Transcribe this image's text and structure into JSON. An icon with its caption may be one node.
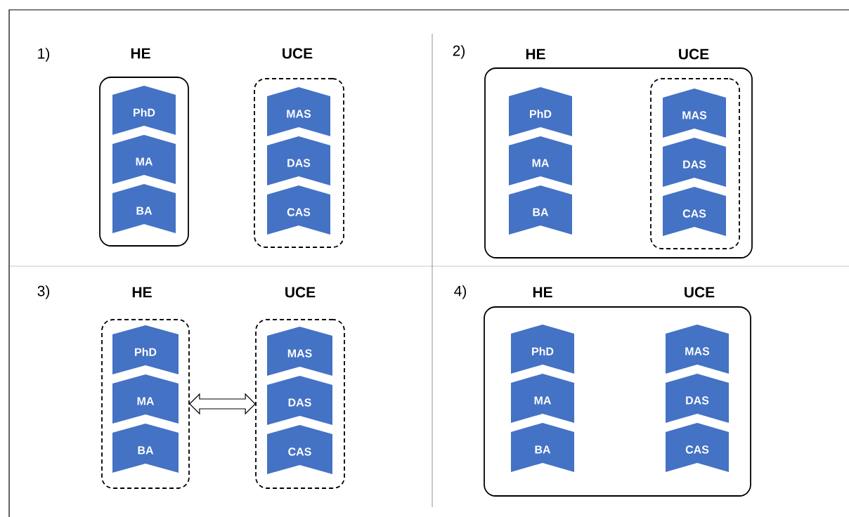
{
  "diagram": {
    "nodes": [
      {
        "text": [],
        "shape": "box"
      },
      {
        "text": [
          "PhD"
        ],
        "in": 0
      },
      {
        "text": [
          "MA"
        ],
        "in": 0
      },
      {
        "text": [
          "BA"
        ],
        "in": 0
      },
      {
        "text": [],
        "shape": "box"
      },
      {
        "text": [
          "MAS"
        ],
        "in": 4
      },
      {
        "text": [
          "DAS"
        ],
        "in": 4
      },
      {
        "text": [
          "CAS"
        ],
        "in": 4
      },
      {
        "text": [],
        "shape": "box"
      },
      {
        "text": [
          "PhD"
        ],
        "in": 8
      },
      {
        "text": [
          "MA"
        ],
        "in": 8
      },
      {
        "text": [
          "BA"
        ],
        "in": 8
      },
      {
        "text": [],
        "shape": "box",
        "in": 8
      },
      {
        "text": [
          "MAS"
        ],
        "in": 12
      },
      {
        "text": [
          "DAS"
        ],
        "in": 12
      },
      {
        "text": [
          "CAS"
        ],
        "in": 12
      },
      {
        "text": [],
        "shape": "box"
      },
      {
        "text": [
          "PhD"
        ],
        "in": 16
      },
      {
        "text": [
          "MA"
        ],
        "in": 16
      },
      {
        "text": [
          "BA"
        ],
        "in": 16
      },
      {
        "text": [],
        "shape": "box"
      },
      {
        "text": [
          "MAS"
        ],
        "in": 20
      },
      {
        "text": [
          "DAS"
        ],
        "in": 20
      },
      {
        "text": [
          "CAS"
        ],
        "in": 20
      },
      {
        "text": [],
        "shape": "box"
      },
      {
        "text": [
          "PhD"
        ],
        "in": 24
      },
      {
        "text": [
          "MA"
        ],
        "in": 24
      },
      {
        "text": [
          "BA"
        ],
        "in": 24
      },
      {
        "text": [
          "MAS"
        ],
        "in": 24
      },
      {
        "text": [
          "DAS"
        ],
        "in": 24
      },
      {
        "text": [
          "CAS"
        ],
        "in": 24
      }
    ],
    "edges": [
      {
        "from": 16,
        "to": 20,
        "arrow": "both"
      }
    ],
    "labels": [
      "1)",
      "HE",
      "UCE",
      "2)",
      "HE",
      "UCE",
      "3)",
      "HE",
      "UCE",
      "4)",
      "HE",
      "UCE"
    ]
  }
}
